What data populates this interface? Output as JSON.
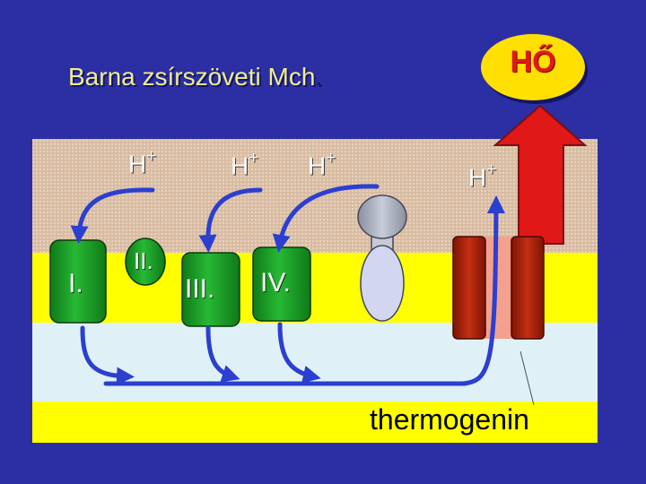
{
  "title": "Barna zsírszöveti Mch",
  "title_dot": ".",
  "heat_label": "HŐ",
  "proton": {
    "base": "H",
    "sup": "+"
  },
  "complexes": {
    "c1": "I.",
    "c2": "II.",
    "c3": "III.",
    "c4": "IV."
  },
  "thermogenin_label": "thermogenin",
  "colors": {
    "background": "#2c2ea3",
    "intermembrane_space": "#dbbfa6",
    "inner_membrane": "#ffff00",
    "matrix": "#dff1f7",
    "complex_green": "#1ea428",
    "thermogenin_red": "#b0230b",
    "arrow_blue": "#2b3fd0",
    "heat_yellow": "#ffe000",
    "heat_red": "#e01818"
  }
}
